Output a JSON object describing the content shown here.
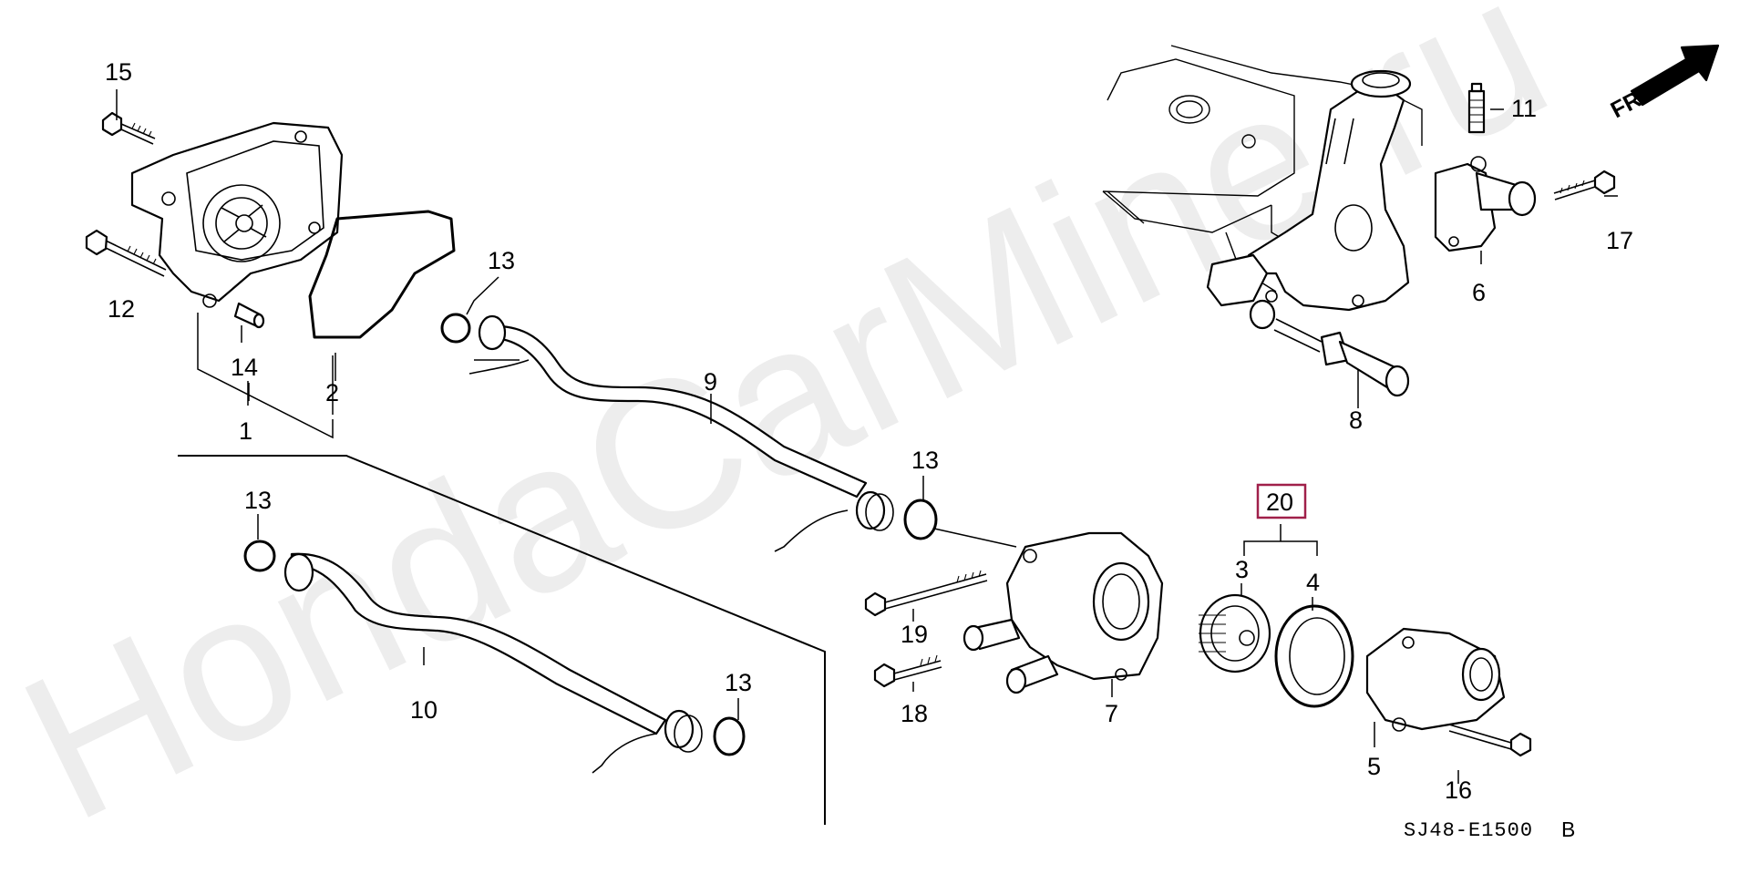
{
  "watermark": "HondaCarMine.ru",
  "diagram_code": "SJ48-E1500",
  "diagram_variant": "B",
  "direction_label": "FR.",
  "colors": {
    "highlight_box": "#a0204a",
    "ink": "#000000"
  },
  "callouts": [
    {
      "id": "c15",
      "label": "15"
    },
    {
      "id": "c12",
      "label": "12"
    },
    {
      "id": "c14",
      "label": "14"
    },
    {
      "id": "c2",
      "label": "2"
    },
    {
      "id": "c1",
      "label": "1"
    },
    {
      "id": "c13a",
      "label": "13"
    },
    {
      "id": "c9",
      "label": "9"
    },
    {
      "id": "c13b",
      "label": "13"
    },
    {
      "id": "c13c",
      "label": "13"
    },
    {
      "id": "c10",
      "label": "10"
    },
    {
      "id": "c13d",
      "label": "13"
    },
    {
      "id": "c19",
      "label": "19"
    },
    {
      "id": "c18",
      "label": "18"
    },
    {
      "id": "c7",
      "label": "7"
    },
    {
      "id": "c20",
      "label": "20"
    },
    {
      "id": "c3",
      "label": "3"
    },
    {
      "id": "c4",
      "label": "4"
    },
    {
      "id": "c5",
      "label": "5"
    },
    {
      "id": "c16",
      "label": "16"
    },
    {
      "id": "c11",
      "label": "11"
    },
    {
      "id": "c17",
      "label": "17"
    },
    {
      "id": "c6",
      "label": "6"
    },
    {
      "id": "c8",
      "label": "8"
    }
  ]
}
